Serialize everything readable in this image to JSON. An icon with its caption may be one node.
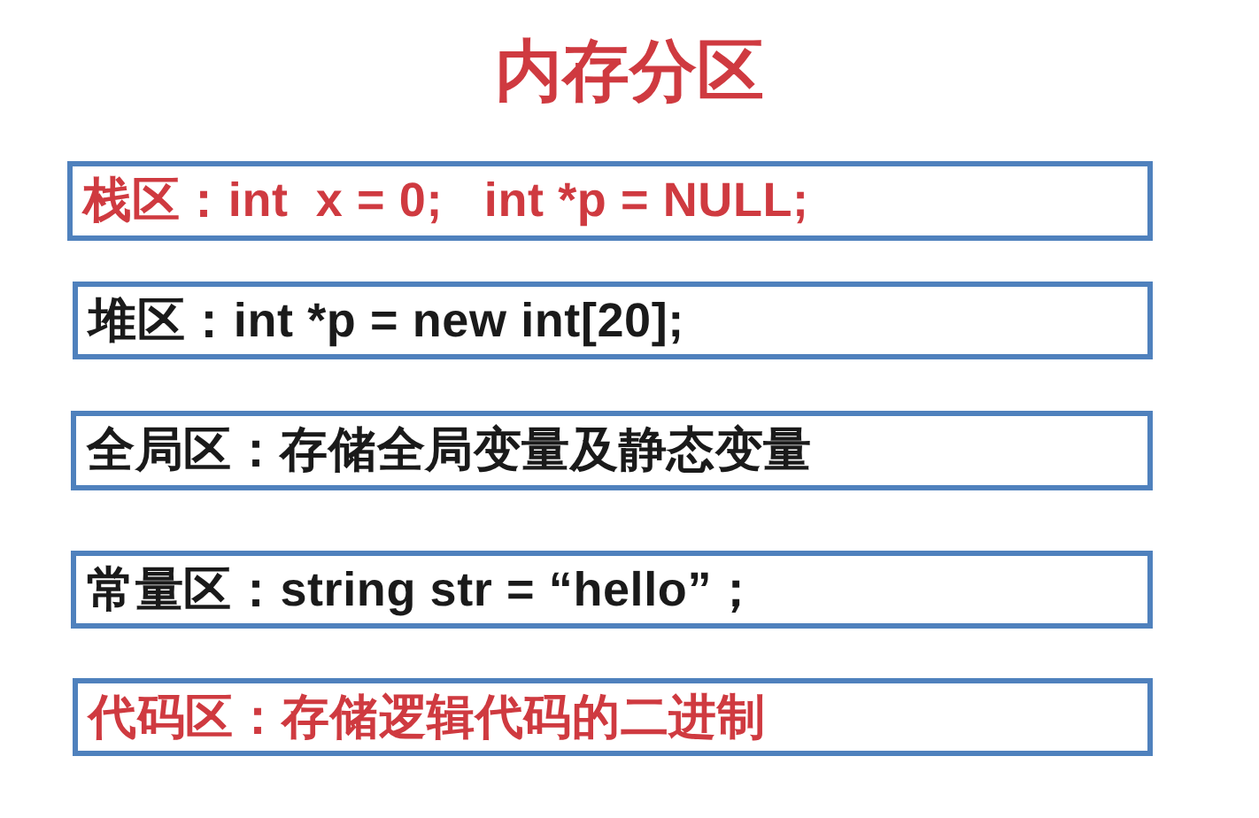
{
  "diagram": {
    "title": "内存分区",
    "nodes": [
      {
        "text": [
          "栈区：int  x = 0;   int *p = NULL;"
        ]
      },
      {
        "text": [
          "堆区：int *p = new int[20];"
        ]
      },
      {
        "text": [
          "全局区：存储全局变量及静态变量"
        ]
      },
      {
        "text": [
          "常量区：string str = “hello”；"
        ]
      },
      {
        "text": [
          "代码区：存储逻辑代码的二进制"
        ]
      }
    ]
  }
}
